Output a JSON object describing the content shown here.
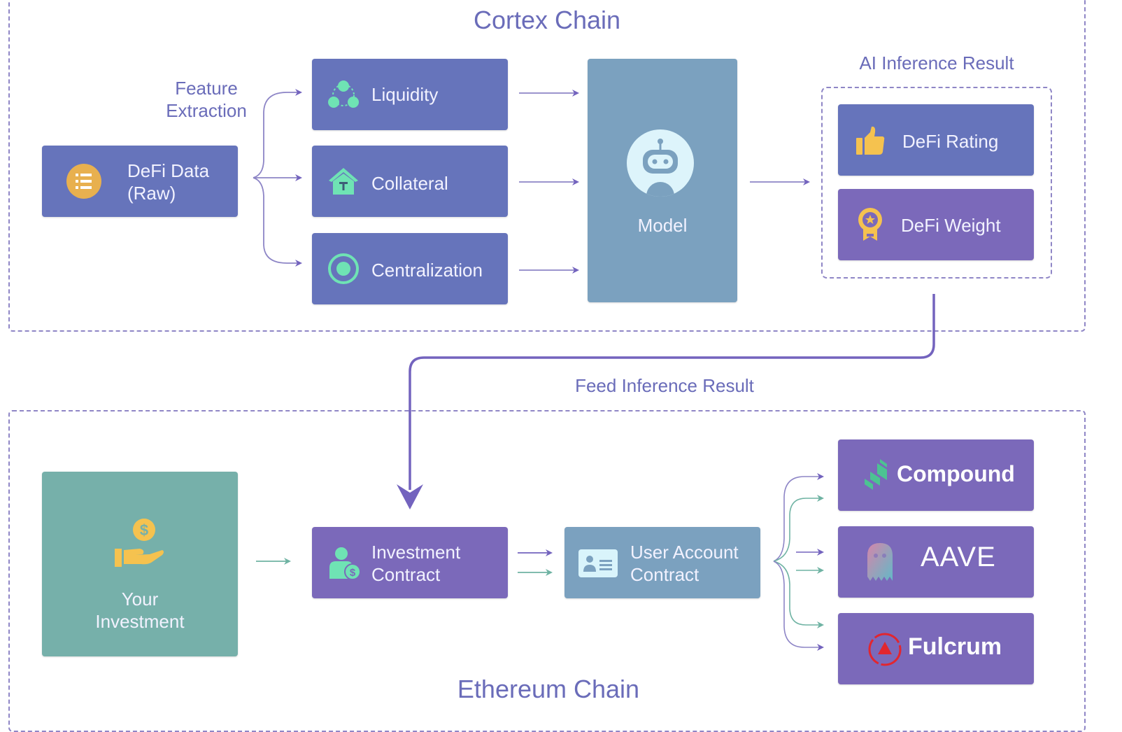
{
  "cortex_chain": {
    "title": "Cortex Chain",
    "feature_extraction_label": "Feature Extraction",
    "source": {
      "label_line1": "DeFi Data",
      "label_line2": "(Raw)",
      "icon": "list-icon"
    },
    "features": [
      {
        "label": "Liquidity",
        "icon": "liquidity-nodes-icon"
      },
      {
        "label": "Collateral",
        "icon": "house-icon"
      },
      {
        "label": "Centralization",
        "icon": "target-circle-icon"
      }
    ],
    "model": {
      "label": "Model",
      "icon": "robot-icon"
    },
    "result_group": {
      "title": "AI Inference Result",
      "items": [
        {
          "label": "DeFi Rating",
          "icon": "thumbs-up-icon"
        },
        {
          "label": "DeFi Weight",
          "icon": "award-badge-icon"
        }
      ]
    }
  },
  "feed_label": "Feed Inference Result",
  "ethereum_chain": {
    "title": "Ethereum Chain",
    "investment": {
      "label_line1": "Your",
      "label_line2": "Investment",
      "icon": "hand-coin-icon"
    },
    "investment_contract": {
      "label_line1": "Investment",
      "label_line2": "Contract",
      "icon": "user-dollar-icon"
    },
    "user_account_contract": {
      "label_line1": "User Account",
      "label_line2": "Contract",
      "icon": "id-card-icon"
    },
    "protocols": [
      {
        "label": "Compound",
        "icon": "compound-logo-icon"
      },
      {
        "label": "AAVE",
        "icon": "aave-ghost-icon"
      },
      {
        "label": "Fulcrum",
        "icon": "fulcrum-logo-icon"
      }
    ]
  },
  "colors": {
    "blue_box": "#6674bb",
    "purple_box": "#7b69ba",
    "steel_box": "#7ba1bf",
    "teal_box": "#76b0aa",
    "accent_green": "#6fe3b4",
    "accent_yellow": "#f5c24f",
    "arrow_purple": "#7363be",
    "arrow_teal": "#6fb3a3"
  }
}
